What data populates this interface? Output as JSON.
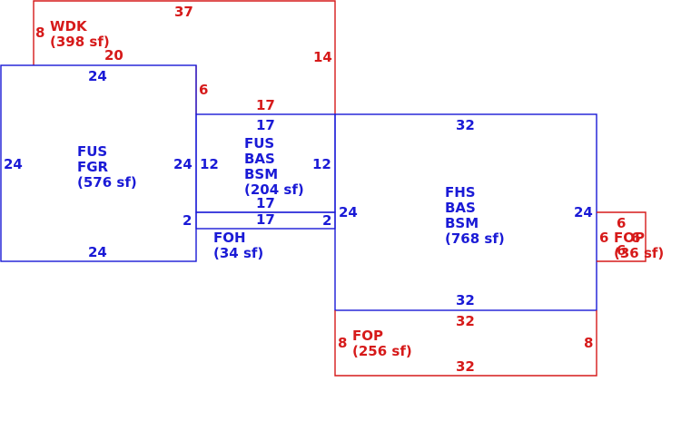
{
  "colors": {
    "living": "#1a1ad6",
    "exterior": "#d61a1a"
  },
  "areas": {
    "wdk": {
      "code": "WDK",
      "area": "(398 sf)",
      "dims": {
        "top": "37",
        "left": "8",
        "right": "14",
        "bottom": "20",
        "step": "6"
      }
    },
    "fus_fgr": {
      "lines": [
        "FUS",
        "FGR",
        "(576 sf)"
      ],
      "dims": {
        "top": "24",
        "bottom": "24",
        "left": "24",
        "right": "24"
      }
    },
    "fus_bas_bsm": {
      "lines": [
        "FUS",
        "BAS",
        "BSM",
        "(204 sf)"
      ],
      "dims": {
        "top_red": "17",
        "top": "17",
        "bottom": "17",
        "left": "12",
        "right": "12"
      }
    },
    "foh": {
      "lines": [
        "FOH",
        "(34 sf)"
      ],
      "dims": {
        "top": "17",
        "left": "2",
        "right": "2"
      }
    },
    "fhs_bas_bsm": {
      "lines": [
        "FHS",
        "BAS",
        "BSM",
        "(768 sf)"
      ],
      "dims": {
        "top": "32",
        "bottom": "32",
        "left": "24",
        "right": "24"
      }
    },
    "fop_bottom": {
      "code": "FOP",
      "area": "(256 sf)",
      "dims": {
        "top": "32",
        "bottom": "32",
        "left": "8",
        "right": "8"
      }
    },
    "fop_small": {
      "code": "FOP",
      "area": "(36 sf)",
      "dims": {
        "top": "6",
        "left": "6",
        "right": "6",
        "bottom": "6"
      }
    }
  }
}
